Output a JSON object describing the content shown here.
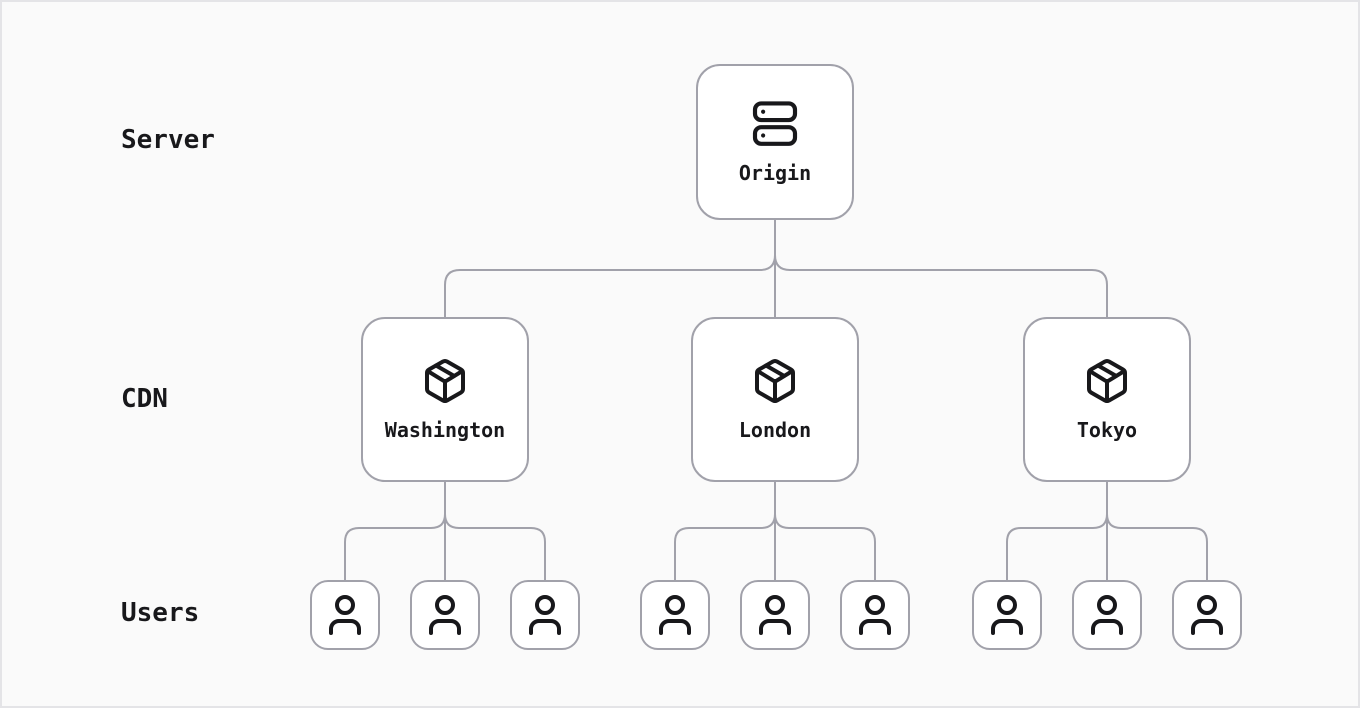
{
  "colors": {
    "canvas_background": "#fafafa",
    "canvas_border": "#e4e4e7",
    "node_background": "#ffffff",
    "node_border": "#a1a1aa",
    "connector_line": "#a1a1aa",
    "text": "#18181b"
  },
  "row_labels": [
    {
      "label": "Server"
    },
    {
      "label": "CDN"
    },
    {
      "label": "Users"
    }
  ],
  "nodes": {
    "origin": {
      "label": "Origin",
      "icon": "server-icon"
    },
    "cdn": [
      {
        "label": "Washington",
        "icon": "package-icon",
        "user_count": 3
      },
      {
        "label": "London",
        "icon": "package-icon",
        "user_count": 3
      },
      {
        "label": "Tokyo",
        "icon": "package-icon",
        "user_count": 3
      }
    ],
    "users": {
      "icon": "user-icon",
      "total": 9
    }
  }
}
